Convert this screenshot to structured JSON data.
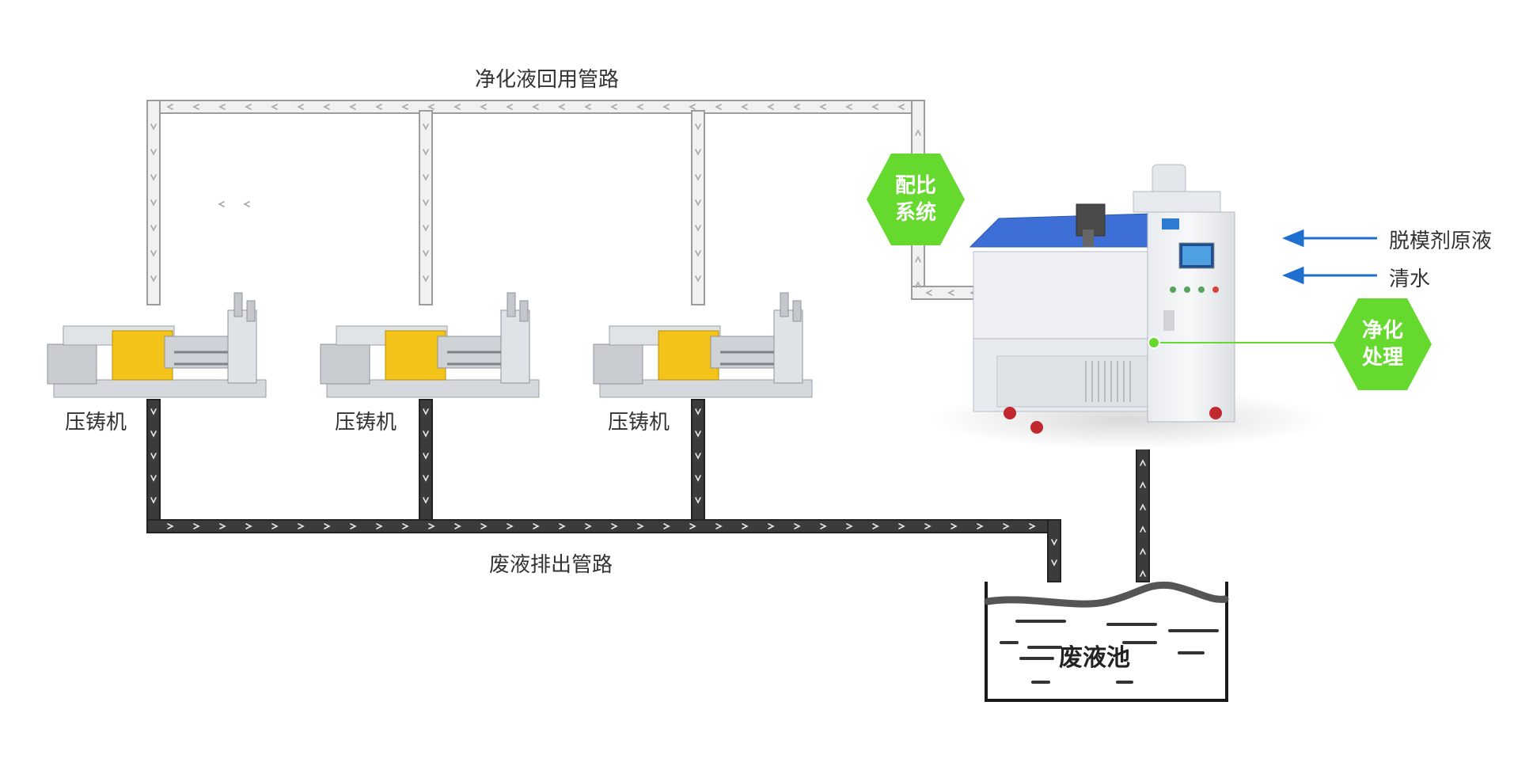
{
  "labels": {
    "return_pipe": "净化液回用管路",
    "waste_pipe": "废液排出管路",
    "machine_1": "压铸机",
    "machine_2": "压铸机",
    "machine_3": "压铸机",
    "release_agent": "脱模剂原液",
    "clean_water": "清水",
    "waste_pool": "废液池"
  },
  "badges": {
    "ratio_system": [
      "配比",
      "系统"
    ],
    "purification": [
      "净化",
      "处理"
    ]
  },
  "colors": {
    "green": "#66d92e",
    "arrow_blue": "#1f6fd1",
    "pipe_light": "#f1f1f1",
    "pipe_dark": "#3b3b3b",
    "equipment_top": "#3d6fd6"
  }
}
